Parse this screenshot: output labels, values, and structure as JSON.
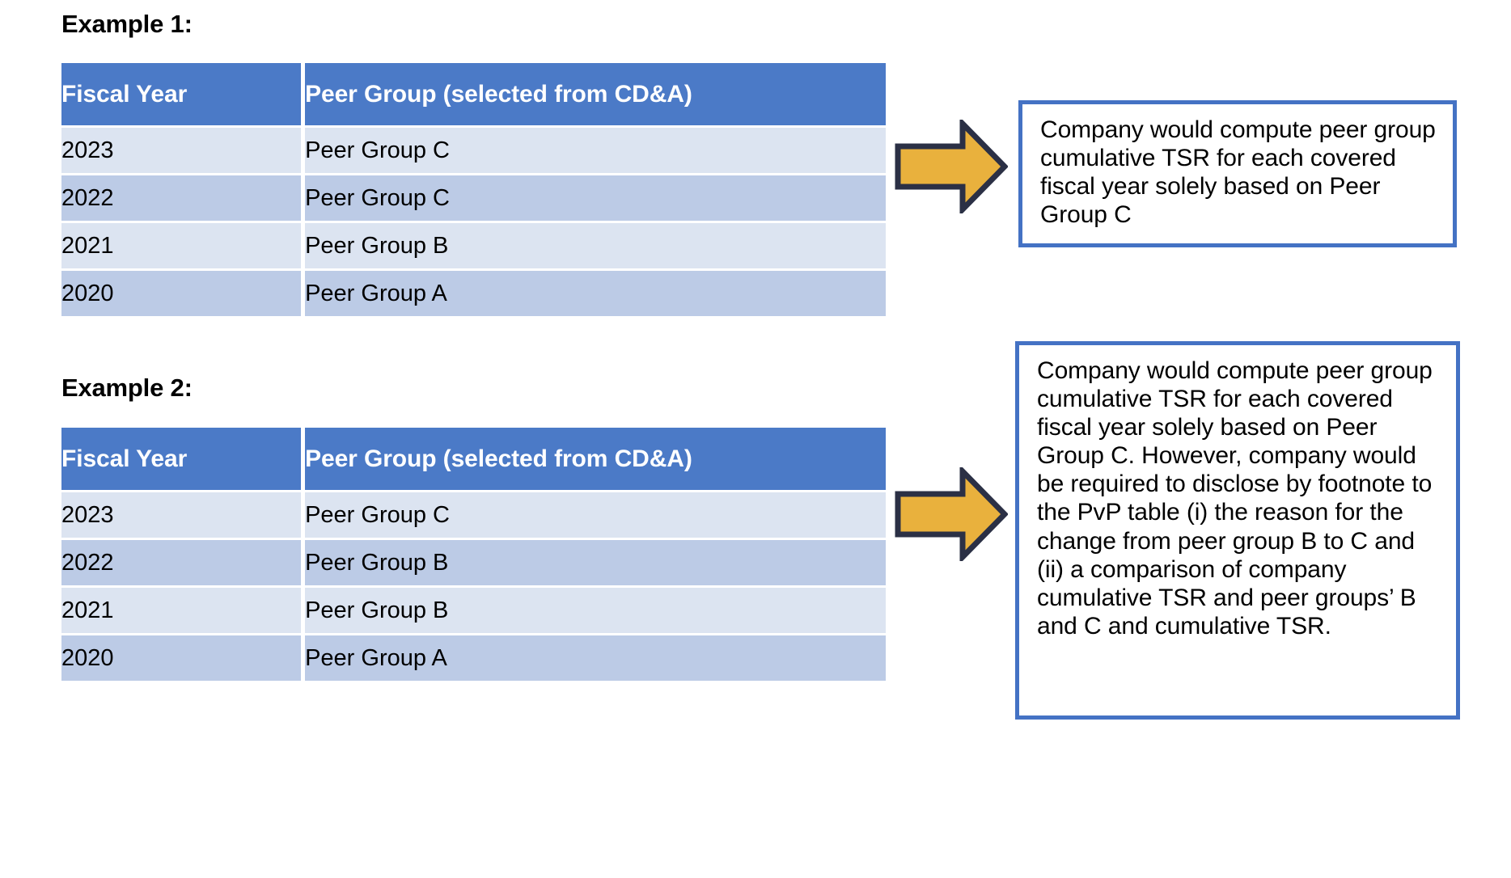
{
  "page": {
    "background_color": "#ffffff",
    "accent_header_color": "#4B7AC7",
    "row_light_color": "#DCE4F1",
    "row_dark_color": "#BCCBE6",
    "arrow_fill_color": "#E9B13D",
    "arrow_border_color": "#2B3045",
    "callout_border_color": "#4472C4"
  },
  "examples": [
    {
      "heading": "Example 1:",
      "table": {
        "columns": [
          "Fiscal Year",
          "Peer Group (selected from CD&A)"
        ],
        "rows": [
          {
            "year": "2023",
            "group": "Peer Group C"
          },
          {
            "year": "2022",
            "group": "Peer Group C"
          },
          {
            "year": "2021",
            "group": "Peer Group B"
          },
          {
            "year": "2020",
            "group": "Peer Group A"
          }
        ]
      },
      "arrow": "right-block-arrow",
      "callout": "Company would compute peer group cumulative TSR for each covered fiscal year solely based on Peer Group C"
    },
    {
      "heading": "Example 2:",
      "table": {
        "columns": [
          "Fiscal Year",
          "Peer Group (selected from CD&A)"
        ],
        "rows": [
          {
            "year": "2023",
            "group": "Peer Group C"
          },
          {
            "year": "2022",
            "group": "Peer Group B"
          },
          {
            "year": "2021",
            "group": "Peer Group B"
          },
          {
            "year": "2020",
            "group": "Peer Group A"
          }
        ]
      },
      "arrow": "right-block-arrow",
      "callout": "Company would compute peer group cumulative TSR for each covered fiscal year solely based on Peer Group C. However, company would be required to disclose by footnote to the PvP table (i) the reason for the change from peer group B to C and (ii) a comparison of company cumulative TSR and peer groups’ B and C and cumulative TSR."
    }
  ]
}
